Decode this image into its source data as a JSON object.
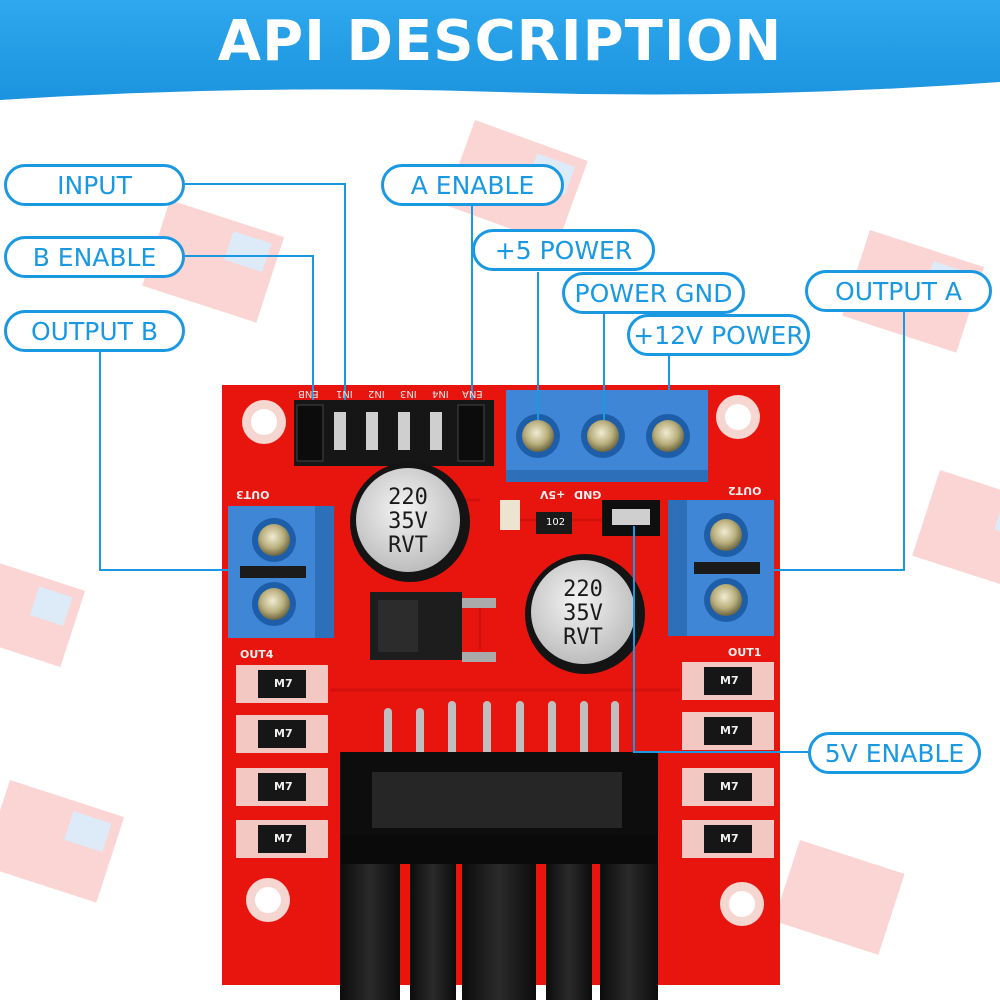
{
  "title": "API DESCRIPTION",
  "labels": {
    "input": "INPUT",
    "a_enable": "A ENABLE",
    "b_enable": "B ENABLE",
    "plus5_power": "+5 POWER",
    "power_gnd": "POWER GND",
    "output_a": "OUTPUT A",
    "output_b": "OUTPUT B",
    "plus12_power": "+12V POWER",
    "v5_enable": "5V ENABLE"
  },
  "capacitor": {
    "line1": "220",
    "line2": "35V",
    "line3": "RVT"
  },
  "board_marks": {
    "enb": "ENB",
    "in1": "IN1",
    "in2": "IN2",
    "in3": "IN3",
    "in4": "IN4",
    "ena": "ENA",
    "out1": "OUT1",
    "out2": "OUT2",
    "out3": "OUT3",
    "out4": "OUT4",
    "plus5v": "+5V",
    "gnd": "GND",
    "diode": "M7",
    "resistor": "102"
  },
  "colors": {
    "accent": "#1a99e2",
    "board": "#e8150f",
    "terminal": "#3f86d6"
  }
}
